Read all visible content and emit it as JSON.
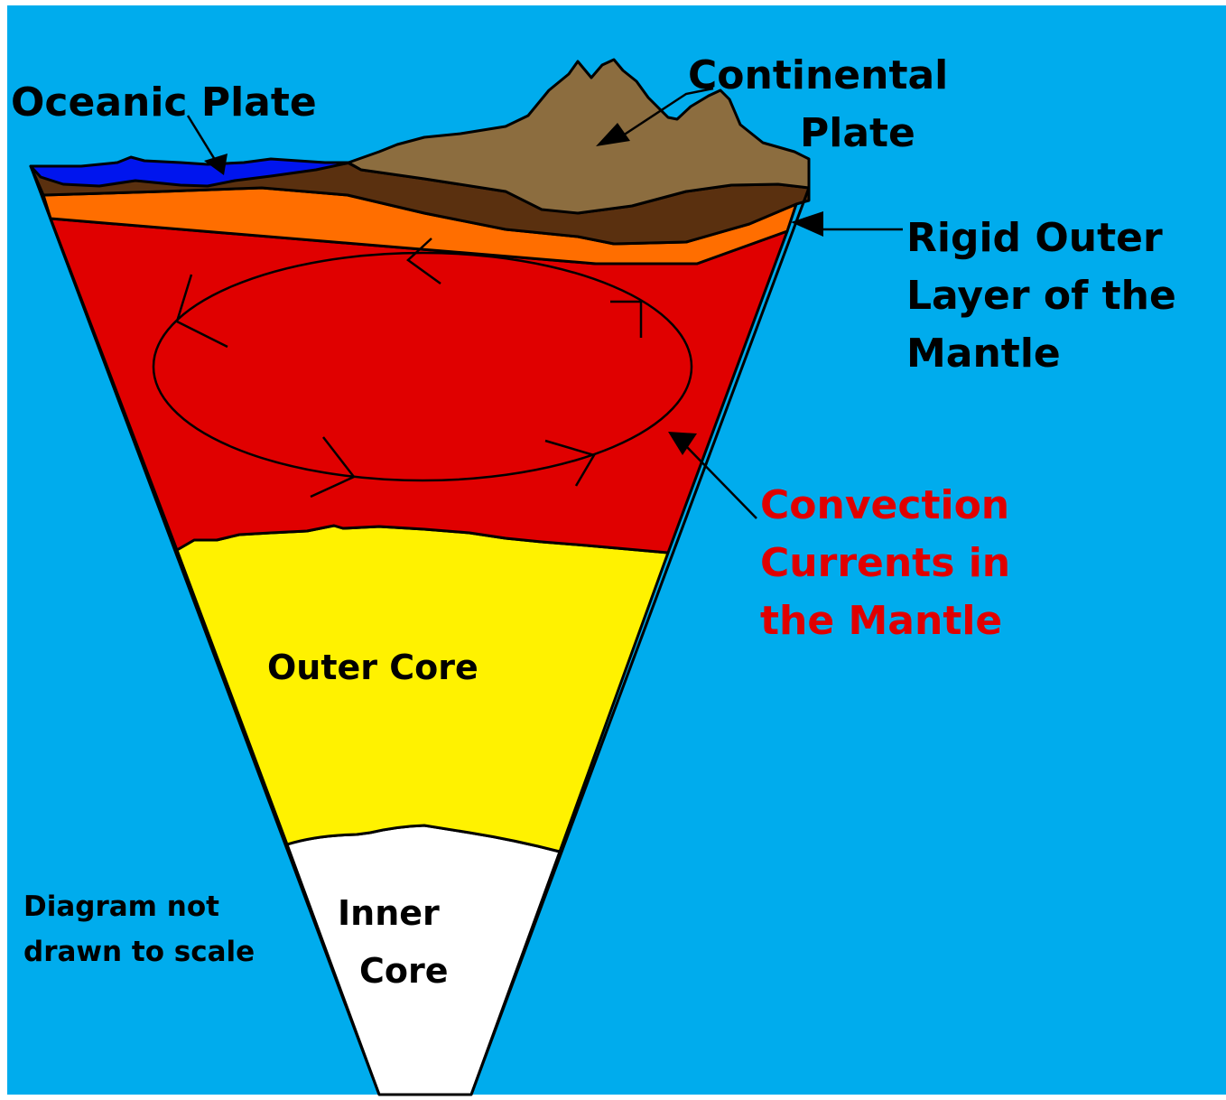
{
  "labels": {
    "oceanic_plate": "Oceanic Plate",
    "continental_plate": [
      "Continental",
      "Plate"
    ],
    "rigid_outer_layer": [
      "Rigid Outer",
      "Layer of the",
      "Mantle"
    ],
    "convection_currents": [
      "Convection",
      "Currents in",
      "the Mantle"
    ],
    "outer_core": "Outer Core",
    "inner_core": [
      "Inner",
      "Core"
    ],
    "note": [
      "Diagram not",
      "drawn to scale"
    ]
  },
  "colors": {
    "background": "#00aced",
    "ocean_water": "#0015ee",
    "crust": "#5a300f",
    "continent": "#8c6d3f",
    "rigid_outer_mantle": "#ff6e00",
    "mantle": "#e00000",
    "outer_core": "#fff200",
    "inner_core": "#ffffff",
    "convection_label": "#e00000"
  }
}
